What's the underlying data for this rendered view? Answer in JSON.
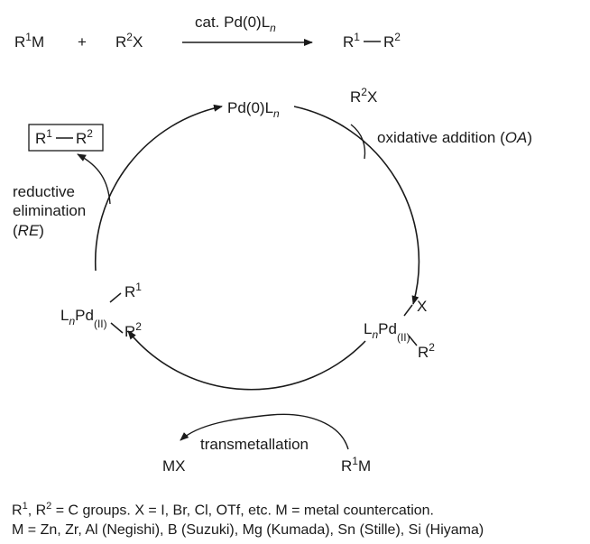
{
  "equation": {
    "reactant1": {
      "symbol": "R",
      "sup": "1",
      "rest": "M"
    },
    "plus": "+",
    "reactant2": {
      "symbol": "R",
      "sup": "2",
      "rest": "X"
    },
    "catalyst": {
      "prefix": "cat. Pd(0)L",
      "sub": "n"
    },
    "product": {
      "left": "R",
      "left_sup": "1",
      "right": "R",
      "right_sup": "2"
    }
  },
  "cycle": {
    "top_species": {
      "text": "Pd(0)L",
      "sub": "n"
    },
    "oa_reagent": {
      "symbol": "R",
      "sup": "2",
      "rest": "X"
    },
    "oa_label": {
      "text": "oxidative addition (",
      "abbr": "OA",
      "close": ")"
    },
    "right_species": {
      "ligand": "L",
      "sub": "n",
      "metal": "Pd",
      "ox": "(II)",
      "upper": "X",
      "lower": "R",
      "lower_sup": "2"
    },
    "left_species": {
      "ligand": "L",
      "sub": "n",
      "metal": "Pd",
      "ox": "(II)",
      "upper": "R",
      "upper_sup": "1",
      "lower": "R",
      "lower_sup": "2"
    },
    "tm_label": "transmetallation",
    "tm_out": "MX",
    "tm_in": {
      "symbol": "R",
      "sup": "1",
      "rest": "M"
    },
    "re_label": {
      "line1": "reductive",
      "line2": "elimination",
      "open": "(",
      "abbr": "RE",
      "close": ")"
    },
    "re_product": {
      "left": "R",
      "left_sup": "1",
      "right": "R",
      "right_sup": "2"
    }
  },
  "footer": {
    "line1": {
      "r1": "R",
      "sup1": "1",
      "sep": ", ",
      "r2": "R",
      "sup2": "2",
      "rest": " = C groups. X = I, Br, Cl, OTf, etc. M = metal countercation."
    },
    "line2": "M = Zn, Zr, Al (Negishi), B (Suzuki), Mg (Kumada), Sn (Stille), Si (Hiyama)"
  },
  "colors": {
    "ink": "#1a1a1a",
    "background": "#ffffff"
  }
}
